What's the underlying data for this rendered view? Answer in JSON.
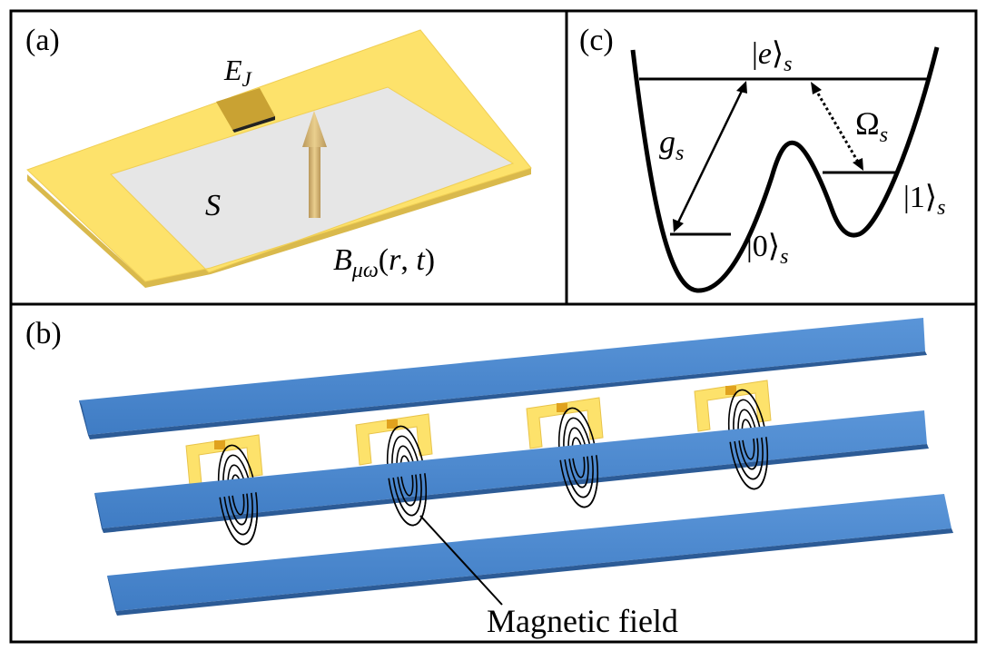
{
  "panel_a": {
    "label": "(a)",
    "junction_label": "E_J",
    "area_label": "S",
    "field_label": "B_μω(r,t)"
  },
  "panel_b": {
    "label": "(b)",
    "annotation": "Magnetic field"
  },
  "panel_c": {
    "label": "(c)",
    "levels": {
      "excited": "|e⟩_s",
      "one": "|1⟩_s",
      "zero": "|0⟩_s"
    },
    "couplings": {
      "g": "g_s",
      "omega": "Ω_s"
    }
  },
  "colors": {
    "loop_yellow": "#fde26b",
    "loop_edge": "#e8c34a",
    "junction_brown": "#c9a233",
    "interior_gray": "#e6e6e6",
    "arrow_tan": "#d7b66f",
    "waveguide_blue": "#4a86cc",
    "waveguide_dark": "#2c5b96",
    "frame": "#000000"
  }
}
